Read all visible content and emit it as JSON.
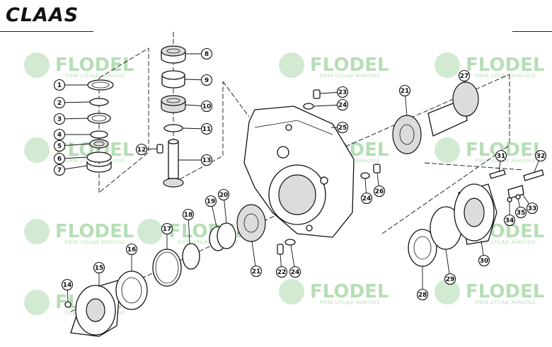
{
  "header": {
    "brand_logo": "CLAAS"
  },
  "watermark": {
    "brand": "FLODEL",
    "tagline": "PIESE UTILAJE AGRICOLE"
  },
  "diagram": {
    "callouts": [
      {
        "label": "1"
      },
      {
        "label": "2"
      },
      {
        "label": "3"
      },
      {
        "label": "4"
      },
      {
        "label": "5"
      },
      {
        "label": "6"
      },
      {
        "label": "7"
      },
      {
        "label": "8"
      },
      {
        "label": "9"
      },
      {
        "label": "10"
      },
      {
        "label": "11"
      },
      {
        "label": "12"
      },
      {
        "label": "13"
      },
      {
        "label": "14"
      },
      {
        "label": "15"
      },
      {
        "label": "16"
      },
      {
        "label": "17"
      },
      {
        "label": "18"
      },
      {
        "label": "19"
      },
      {
        "label": "20"
      },
      {
        "label": "21"
      },
      {
        "label": "21"
      },
      {
        "label": "22"
      },
      {
        "label": "23"
      },
      {
        "label": "24"
      },
      {
        "label": "24"
      },
      {
        "label": "24"
      },
      {
        "label": "25"
      },
      {
        "label": "26"
      },
      {
        "label": "27"
      },
      {
        "label": "28"
      },
      {
        "label": "29"
      },
      {
        "label": "30"
      },
      {
        "label": "31"
      },
      {
        "label": "32"
      },
      {
        "label": "33"
      },
      {
        "label": "34"
      },
      {
        "label": "35"
      }
    ]
  }
}
